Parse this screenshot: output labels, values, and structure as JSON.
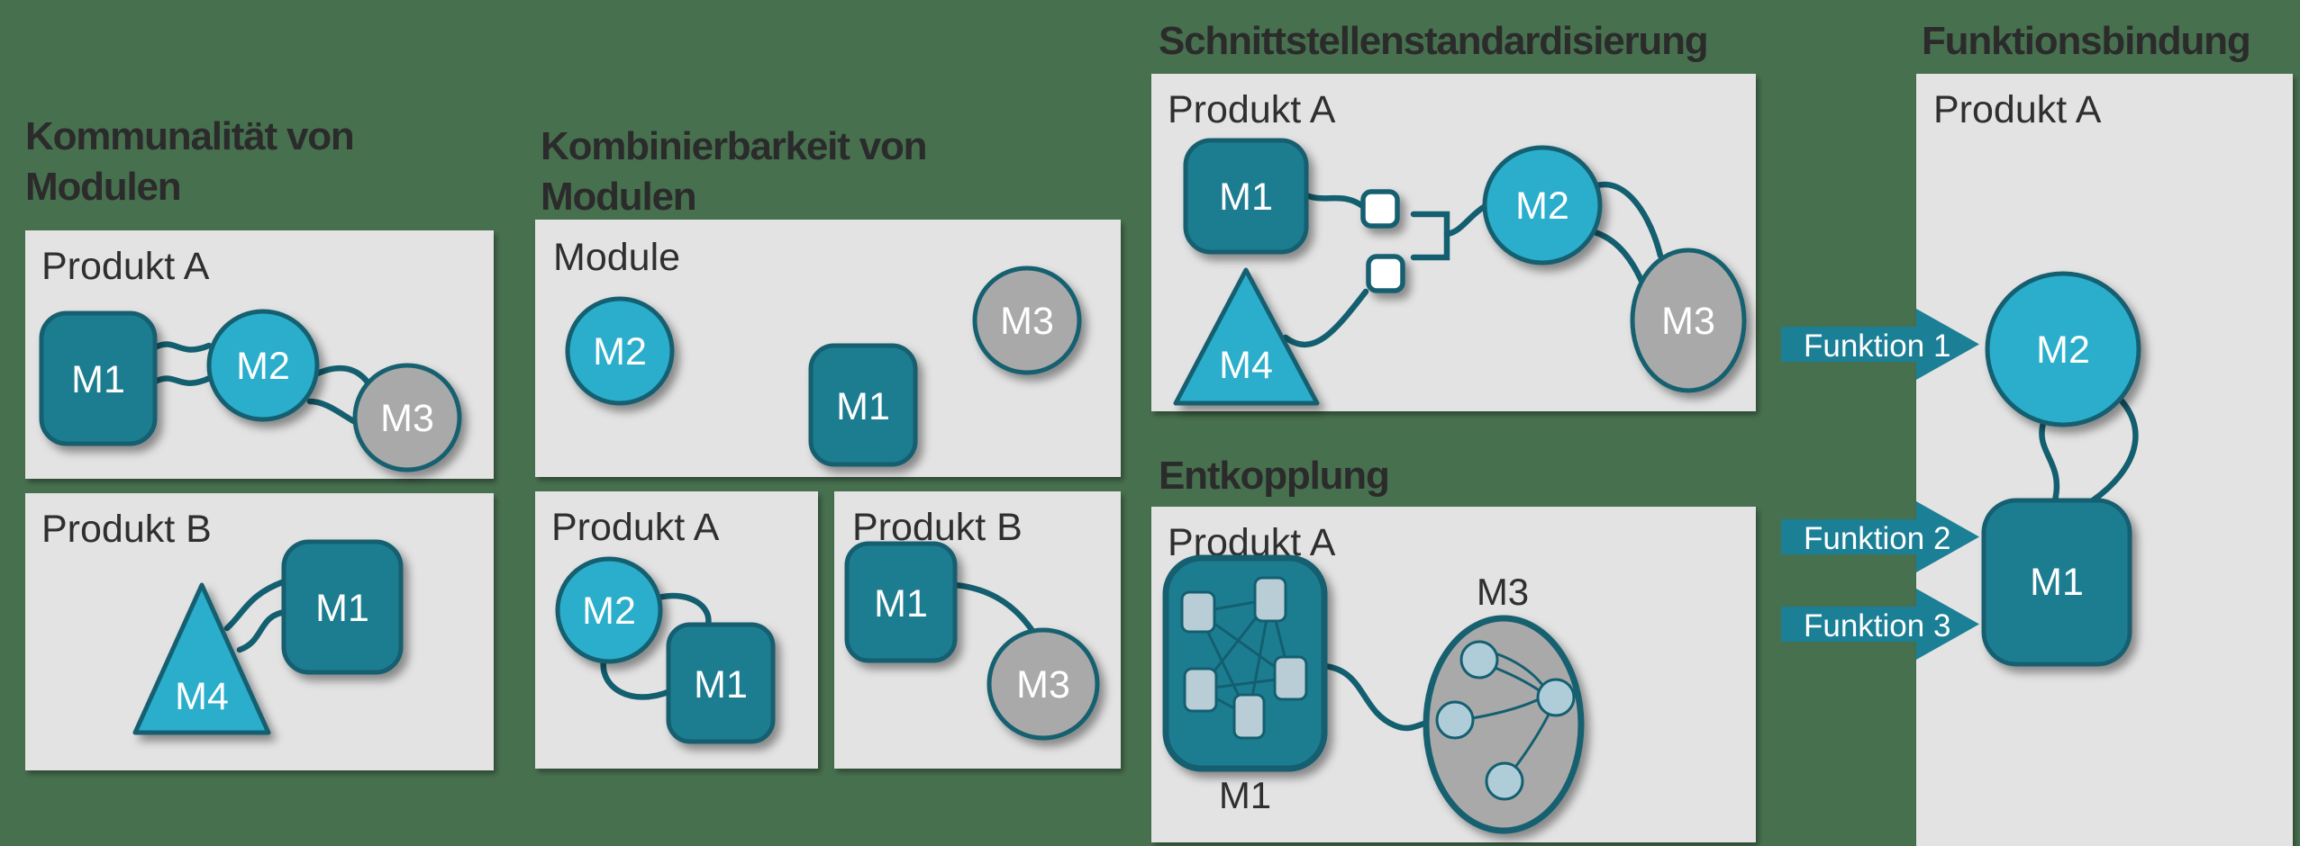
{
  "colors": {
    "background": "#47704f",
    "panel": "#e3e3e3",
    "module_teal": "#1e7d91",
    "module_cyan": "#29aecb",
    "module_gray": "#a9a9a9",
    "outline": "#135f70",
    "inner_node": "#b9cdd6",
    "arrow": "#1b7f96",
    "title_text": "#2b2b2b",
    "label_text": "#2f2f2f",
    "shape_text": "#ffffff"
  },
  "module_labels": {
    "m1": "M1",
    "m2": "M2",
    "m3": "M3",
    "m4": "M4"
  },
  "sections": [
    {
      "id": "kommunalitaet",
      "title_lines": [
        "Kommunalität von",
        "Modulen"
      ],
      "panels": [
        {
          "label": "Produkt A"
        },
        {
          "label": "Produkt B"
        }
      ]
    },
    {
      "id": "kombinierbarkeit",
      "title_lines": [
        "Kombinierbarkeit von",
        "Modulen"
      ],
      "panels": [
        {
          "label": "Module"
        },
        {
          "label": "Produkt A"
        },
        {
          "label": "Produkt B"
        }
      ]
    },
    {
      "id": "schnittstellenstandardisierung",
      "title_lines": [
        "Schnittstellenstandardisierung"
      ],
      "panels": [
        {
          "label": "Produkt A"
        }
      ]
    },
    {
      "id": "entkopplung",
      "title_lines": [
        "Entkopplung"
      ],
      "panels": [
        {
          "label": "Produkt A"
        }
      ],
      "sub_labels": {
        "m1": "M1",
        "m3": "M3"
      }
    },
    {
      "id": "funktionsbindung",
      "title_lines": [
        "Funktionsbindung"
      ],
      "panels": [
        {
          "label": "Produkt A"
        }
      ],
      "arrows": [
        {
          "label": "Funktion 1"
        },
        {
          "label": "Funktion 2"
        },
        {
          "label": "Funktion 3"
        }
      ]
    }
  ]
}
